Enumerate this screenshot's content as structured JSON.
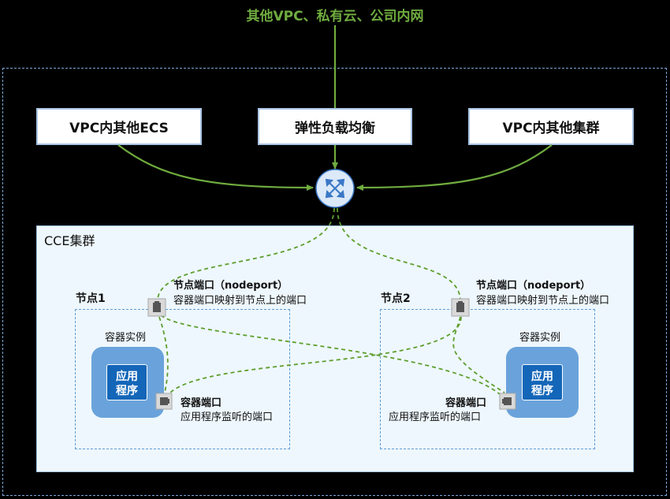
{
  "top_title": "其他VPC、私有云、公司内网",
  "sources": {
    "left": "VPC内其他ECS",
    "center": "弹性负载均衡",
    "right": "VPC内其他集群"
  },
  "cluster": {
    "label": "CCE集群",
    "nodes": [
      {
        "label": "节点1",
        "nodeport_title": "节点端口（nodeport）",
        "nodeport_desc": "容器端口映射到节点上的端口",
        "container_label": "容器实例",
        "app_label_line1": "应用",
        "app_label_line2": "程序",
        "container_port_title": "容器端口",
        "container_port_desc": "应用程序监听的端口"
      },
      {
        "label": "节点2",
        "nodeport_title": "节点端口（nodeport）",
        "nodeport_desc": "容器端口映射到节点上的端口",
        "container_label": "容器实例",
        "app_label_line1": "应用",
        "app_label_line2": "程序",
        "container_port_title": "容器端口",
        "container_port_desc": "应用程序监听的端口"
      }
    ]
  },
  "colors": {
    "traffic_line": "#6fac3f",
    "dashed_route": "#5e9e2e",
    "router_fill": "#dbe9f8",
    "router_stroke": "#3b78c5"
  },
  "icons": {
    "router": "router-icon",
    "port": "port-icon"
  }
}
